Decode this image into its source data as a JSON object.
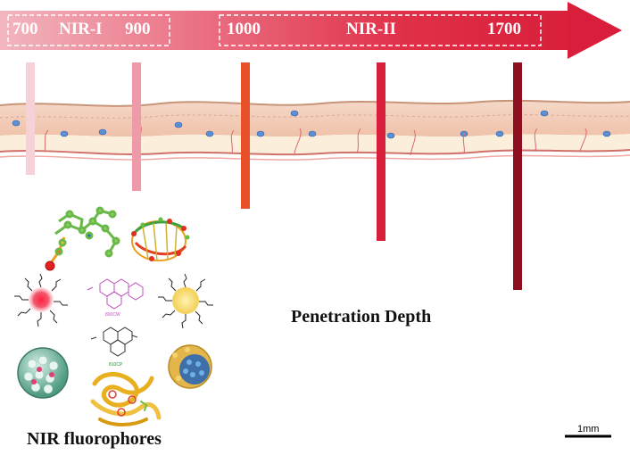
{
  "arrow": {
    "band1": {
      "label": "NIR-I",
      "start": "700",
      "end": "900"
    },
    "band2": {
      "label": "NIR-II",
      "start": "1000",
      "end": "1700"
    }
  },
  "captions": {
    "penetration": "Penetration Depth",
    "fluorophores": "NIR fluorophores"
  },
  "scale_bar": {
    "label": "1mm"
  },
  "molecules": {
    "dye1_name": "800CW",
    "dye2_name": "810CP"
  },
  "depth_bars": [
    {
      "wavelength": "700",
      "color": "#f6d2d8"
    },
    {
      "wavelength": "900",
      "color": "#ef9aa8"
    },
    {
      "wavelength": "1000",
      "color": "#e8502a"
    },
    {
      "wavelength": "NIR-II",
      "color": "#d81e3a"
    },
    {
      "wavelength": "1700",
      "color": "#8e1020"
    }
  ]
}
